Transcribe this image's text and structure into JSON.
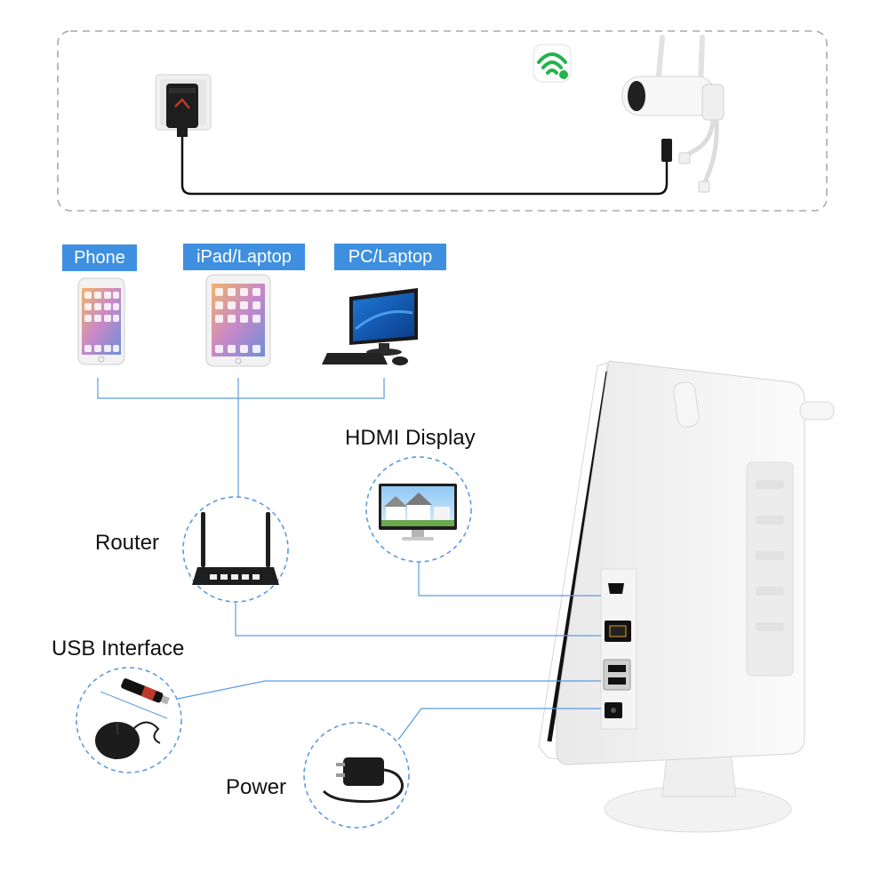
{
  "devices": {
    "phone_label": "Phone",
    "ipad_label": "iPad/Laptop",
    "pc_label": "PC/Laptop"
  },
  "peripherals": {
    "hdmi_label": "HDMI Display",
    "router_label": "Router",
    "usb_label": "USB Interface",
    "power_label": "Power"
  },
  "colors": {
    "label_bg": "#3f8fe0",
    "connector_line": "#5b9be0",
    "dashed_circle": "#5b9be0",
    "wifi_icon": "#22b34a",
    "dashed_frame": "#aaaaaa"
  }
}
